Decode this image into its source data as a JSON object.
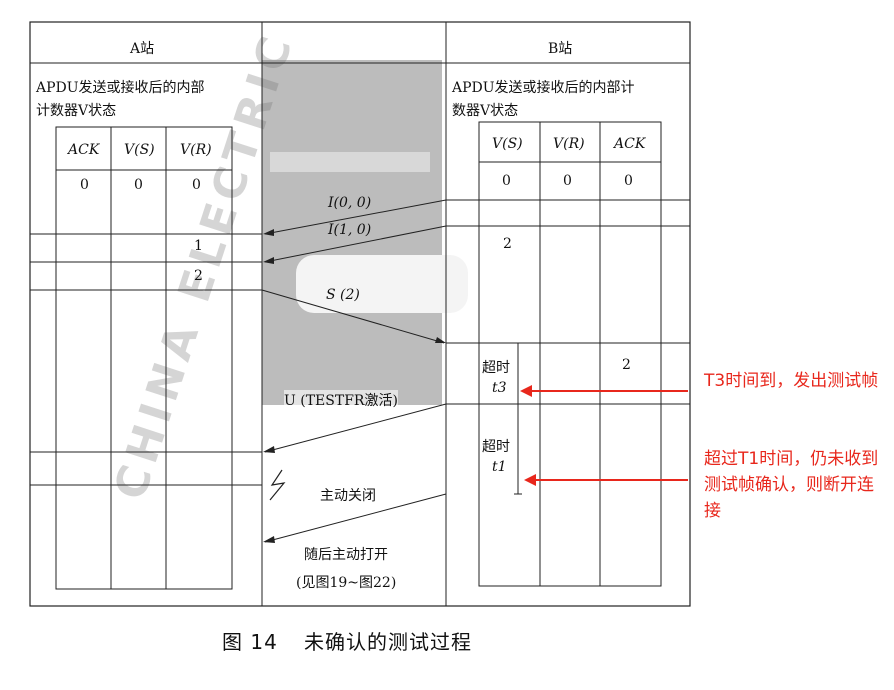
{
  "stations": {
    "a_title": "A站",
    "b_title": "B站",
    "a_counter_label_1": "APDU发送或接收后的内部",
    "a_counter_label_2": "计数器V状态",
    "b_counter_label_1": "APDU发送或接收后的内部计",
    "b_counter_label_2": "数器V状态"
  },
  "a_table": {
    "headers": [
      "ACK",
      "V(S)",
      "V(R)"
    ],
    "row0": [
      "0",
      "0",
      "0"
    ],
    "vr_after_first": "1",
    "vr_after_second": "2"
  },
  "b_table": {
    "headers": [
      "V(S)",
      "V(R)",
      "ACK"
    ],
    "row0": [
      "0",
      "0",
      "0"
    ],
    "vs_after_send": "2",
    "ack_after": "2"
  },
  "messages": {
    "i_frame_1": "I(0, 0)",
    "i_frame_2": "I(1, 0)",
    "s_frame": "S (2)",
    "u_frame": "U (TESTFR激活)",
    "active_close": "主动关闭",
    "reopen": "随后主动打开",
    "reopen_ref": "(见图19~图22)"
  },
  "timers": {
    "timeout_label": "超时",
    "t3": "t3",
    "t1": "t1"
  },
  "annotations": {
    "t3_note": "T3时间到，发出测试帧",
    "t1_note": "超过T1时间，仍未收到测试帧确认，则断开连接"
  },
  "caption": {
    "figure": "图 14",
    "title": "未确认的测试过程"
  },
  "colors": {
    "annotation": "#e8271c",
    "line": "#222222",
    "watermark_gray": "#8a8a8a"
  }
}
